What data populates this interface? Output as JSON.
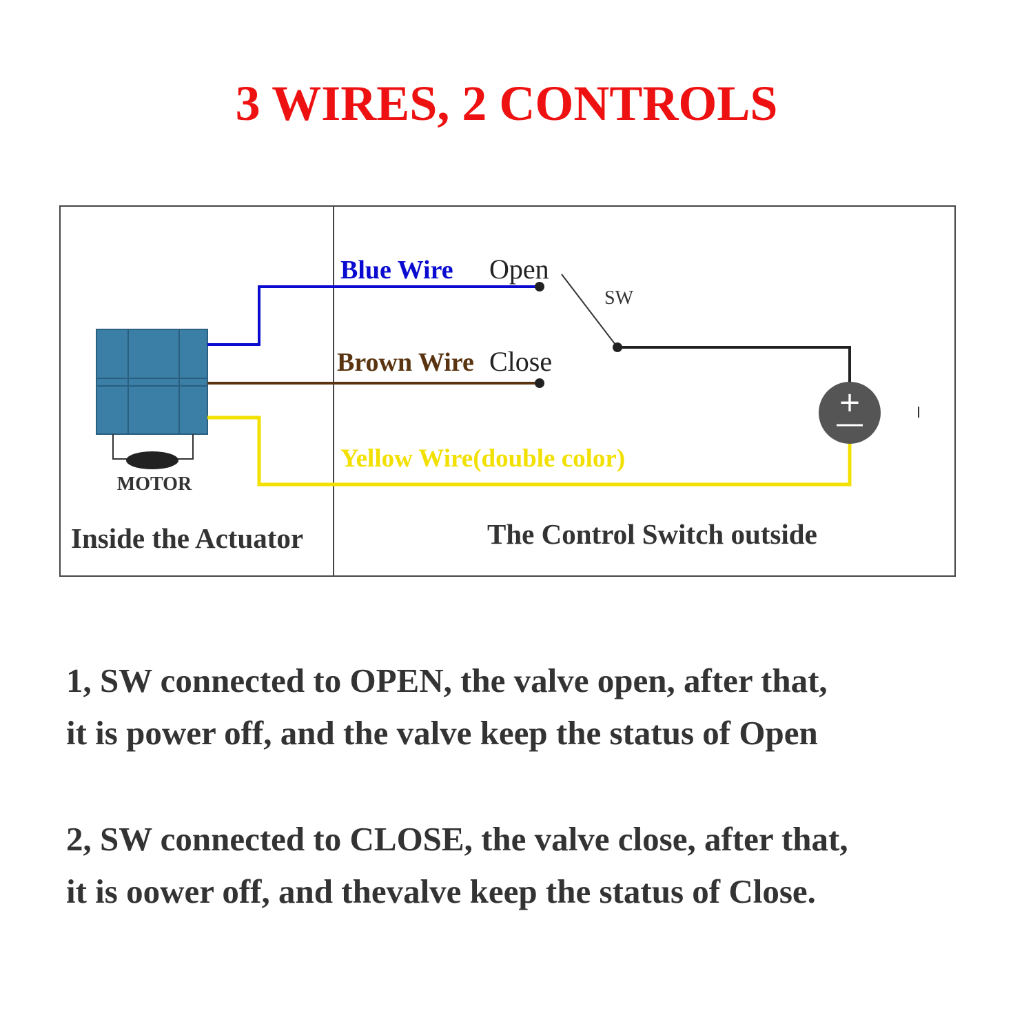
{
  "title": "3 WIRES, 2 CONTROLS",
  "colors": {
    "title": "#ee1111",
    "blue_wire": "#0a0ad0",
    "brown_wire": "#5a3410",
    "yellow_wire": "#f2e000",
    "black_wire": "#222222",
    "motor_body": "#3b7ea6",
    "battery": "#555555"
  },
  "diagram": {
    "left_panel_label": "Inside the Actuator",
    "right_panel_label": "The Control Switch outside",
    "motor_label": "MOTOR",
    "blue_wire_label": "Blue Wire",
    "brown_wire_label": "Brown Wire",
    "yellow_wire_label": "Yellow Wire(double color)",
    "open_label": "Open",
    "close_label": "Close",
    "switch_label": "SW",
    "battery_plus": "+",
    "battery_minus": "—"
  },
  "notes": [
    {
      "line1": "1, SW connected to OPEN, the valve open, after that,",
      "line2": "it is power off, and the valve keep the status of Open"
    },
    {
      "line1": "2, SW connected to CLOSE,  the valve close, after that,",
      "line2": "it is oower off, and thevalve keep the status of Close."
    }
  ]
}
